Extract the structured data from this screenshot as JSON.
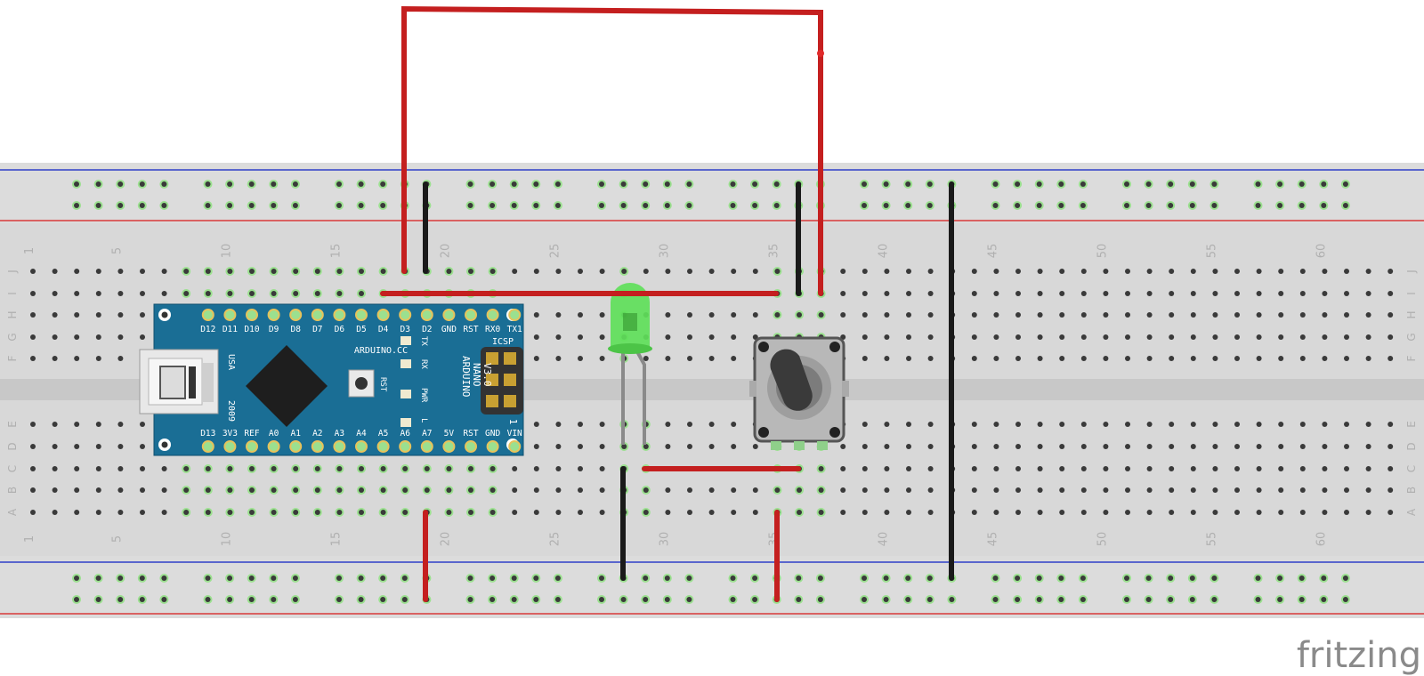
{
  "breadboard": {
    "column_numbers": [
      "1",
      "5",
      "10",
      "15",
      "20",
      "25",
      "30",
      "35",
      "40",
      "45",
      "50",
      "55",
      "60"
    ],
    "row_letters_top": [
      "J",
      "I",
      "H",
      "G",
      "F"
    ],
    "row_letters_bottom": [
      "E",
      "D",
      "C",
      "B",
      "A"
    ]
  },
  "arduino": {
    "top_pins": [
      "D12",
      "D11",
      "D10",
      "D9",
      "D8",
      "D7",
      "D6",
      "D5",
      "D4",
      "D3",
      "D2",
      "GND",
      "RST",
      "RX0",
      "TX1"
    ],
    "bottom_pins": [
      "D13",
      "3V3",
      "REF",
      "A0",
      "A1",
      "A2",
      "A3",
      "A4",
      "A5",
      "A6",
      "A7",
      "5V",
      "RST",
      "GND",
      "VIN"
    ],
    "brand_url": "ARDUINO.CC",
    "model_lines": [
      "ARDUINO",
      "NANO",
      "V3.0"
    ],
    "country": "USA",
    "year": "2009",
    "led_labels": [
      "TX",
      "RX",
      "PWR",
      "L"
    ],
    "reset_label": "RST",
    "icsp_label": "ICSP",
    "icsp_pin_mark": "1"
  },
  "watermark": "fritzing",
  "colors": {
    "wire_red": "#c41f1f",
    "wire_black": "#1a1a1a",
    "board_blue": "#1a6e95",
    "led_green": "#5fe05a",
    "rail_blue": "#2f3fc8",
    "rail_red": "#d83a3a"
  }
}
